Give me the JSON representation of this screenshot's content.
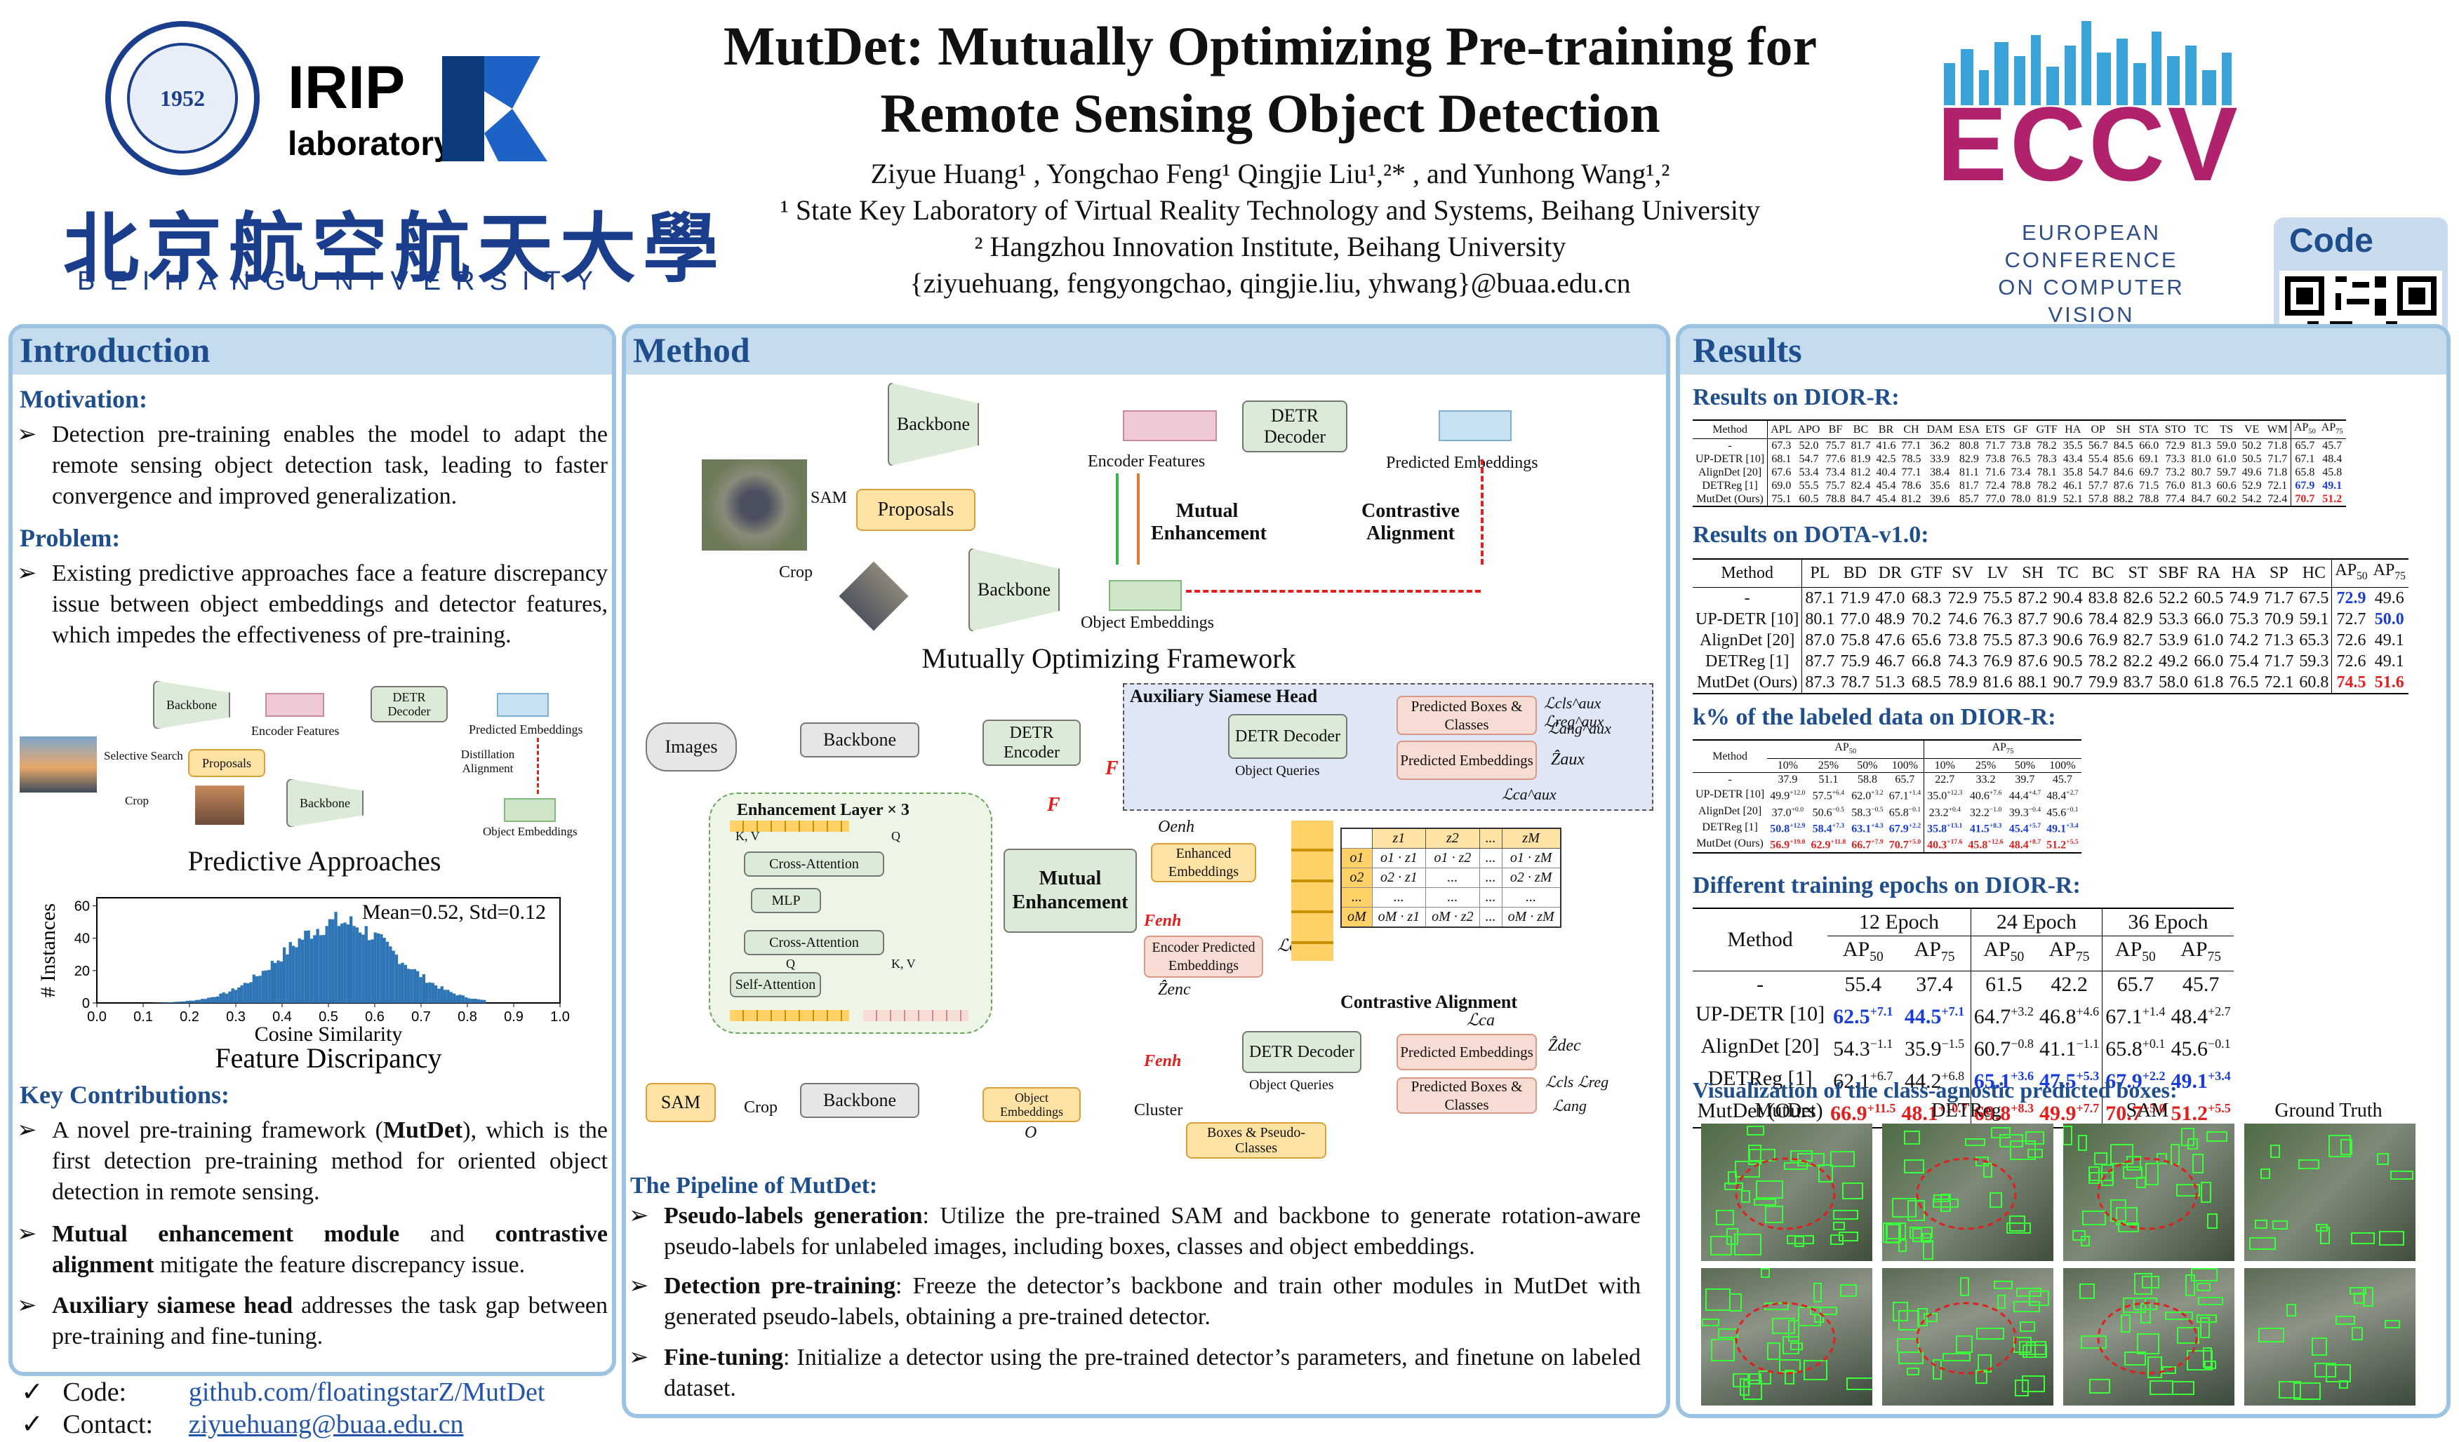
{
  "header": {
    "title_line1": "MutDet: Mutually Optimizing Pre-training for",
    "title_line2": "Remote Sensing Object Detection",
    "authors": "Ziyue Huang¹ , Yongchao Feng¹ Qingjie Liu¹,²* , and Yunhong Wang¹,²",
    "affil1": "¹ State Key Laboratory of Virtual Reality Technology and Systems, Beihang University",
    "affil2": "² Hangzhou Innovation Institute, Beihang University",
    "emails": "{ziyuehuang, fengyongchao, qingjie.liu, yhwang}@buaa.edu.cn"
  },
  "logos": {
    "irip_top": "IRIP",
    "irip_bottom": "laboratory",
    "beihang_cn": "北京航空航天大學",
    "beihang_en": "BEIHANGUNIVERSITY",
    "eccv_word": "ECCV",
    "eccv_sub": [
      "EUROPEAN",
      "CONFERENCE",
      "ON COMPUTER",
      "VISION"
    ],
    "code_label": "Code"
  },
  "intro": {
    "title": "Introduction",
    "motivation_h": "Motivation:",
    "motivation": "Detection pre-training enables the model to adapt the remote sensing object detection task, leading to faster convergence and improved generalization.",
    "problem_h": "Problem:",
    "problem": "Existing predictive approaches face a feature discrepancy issue between object embeddings and detector features, which impedes the effectiveness of pre-training.",
    "fig1": {
      "backbone": "Backbone",
      "encoder_features": "Encoder Features",
      "detr_decoder": "DETR Decoder",
      "predicted_embeddings": "Predicted Embeddings",
      "selective_search": "Selective Search",
      "proposals": "Proposals",
      "crop": "Crop",
      "distillation": "Distillation Alignment",
      "object_embeddings": "Object Embeddings",
      "caption": "Predictive Approaches"
    },
    "hist": {
      "annotation": "Mean=0.52, Std=0.12",
      "ylabel": "# Instances",
      "xlabel": "Cosine Similarity",
      "caption": "Feature Discripancy",
      "yticks": [
        "0",
        "20",
        "40",
        "60"
      ],
      "xticks": [
        "0.0",
        "0.1",
        "0.2",
        "0.3",
        "0.4",
        "0.5",
        "0.6",
        "0.7",
        "0.8",
        "0.9",
        "1.0"
      ]
    },
    "contrib_h": "Key Contributions:",
    "contrib1_a": "A novel pre-training framework (",
    "contrib1_b": "MutDet",
    "contrib1_c": "), which is the first detection pre-training method for oriented object detection in remote sensing.",
    "contrib2_a": "Mutual enhancement module",
    "contrib2_b": " and ",
    "contrib2_c": "contrastive alignment",
    "contrib2_d": " mitigate the feature discrepancy issue.",
    "contrib3_a": "Auxiliary siamese head",
    "contrib3_b": " addresses the task gap between pre-training and fine-tuning.",
    "code_label": "Code:",
    "code_link": "github.com/floatingstarZ/MutDet",
    "contact_label": "Contact:",
    "contact_link": "ziyuehuang@buaa.edu.cn"
  },
  "method": {
    "title": "Method",
    "top": {
      "backbone": "Backbone",
      "encoder_features": "Encoder Features",
      "detr_decoder": "DETR Decoder",
      "predicted_embeddings": "Predicted Embeddings",
      "sam": "SAM",
      "proposals": "Proposals",
      "mutual": "Mutual Enhancement",
      "contrastive": "Contrastive Alignment",
      "crop": "Crop",
      "object_embeddings": "Object Embeddings",
      "caption": "Mutually Optimizing Framework"
    },
    "bottom": {
      "images": "Images",
      "backbone": "Backbone",
      "detr_encoder": "DETR Encoder",
      "aux_head": "Auxiliary Siamese Head",
      "detr_decoder": "DETR Decoder",
      "object_queries": "Object Queries",
      "pred_boxes": "Predicted Boxes & Classes",
      "pred_emb": "Predicted Embeddings",
      "enh_layer": "Enhancement Layer × 3",
      "cross_attn": "Cross-Attention",
      "mlp": "MLP",
      "self_attn": "Self-Attention",
      "kv": "K, V",
      "q": "Q",
      "mutual": "Mutual Enhancement",
      "enhanced_emb": "Enhanced Embeddings",
      "enc_pred_emb": "Encoder Predicted Embeddings",
      "contrastive": "Contrastive Alignment",
      "sam": "SAM",
      "crop": "Crop",
      "object_embeddings": "Object Embeddings",
      "cluster": "Cluster",
      "boxes_pseudo": "Boxes & Pseudo-Classes",
      "F": "F",
      "F_enh": "Fenh",
      "O_enh": "Oenh",
      "Z_enc": "Ẑenc",
      "Z_aux": "Ẑaux",
      "Z_dec": "Ẑdec",
      "O": "O",
      "L_ca": "ℒca",
      "L_ca_aux": "ℒca^aux",
      "L_aux": "ℒcls^aux ℒreg^aux",
      "L_ang_aux": "ℒang^aux",
      "L_cls_reg": "ℒcls ℒreg",
      "L_ang": "ℒang",
      "matrix_header": [
        "z1",
        "z2",
        "...",
        "zM"
      ],
      "matrix_rows": [
        [
          "o1",
          "o1 · z1",
          "o1 · z2",
          "...",
          "o1 · zM"
        ],
        [
          "o2",
          "o2 · z1",
          "...",
          "...",
          "o2 · zM"
        ],
        [
          "...",
          "...",
          "...",
          "...",
          "..."
        ],
        [
          "oM",
          "oM · z1",
          "oM · z2",
          "...",
          "oM · zM"
        ]
      ]
    },
    "pipeline_h": "The Pipeline of MutDet:",
    "p1_a": "Pseudo-labels generation",
    "p1_b": ": Utilize the pre-trained SAM and backbone to generate rotation-aware pseudo-labels for unlabeled images, including boxes, classes and object embeddings.",
    "p2_a": "Detection pre-training",
    "p2_b": ": Freeze the detector’s backbone and train other modules in MutDet with generated pseudo-labels, obtaining a pre-trained detector.",
    "p3_a": "Fine-tuning",
    "p3_b": ": Initialize a detector using the pre-trained detector’s parameters, and finetune on labeled dataset."
  },
  "results": {
    "title": "Results",
    "dior_h": "Results on DIOR-R:",
    "dior_header": [
      "Method",
      "APL",
      "APO",
      "BF",
      "BC",
      "BR",
      "CH",
      "DAM",
      "ESA",
      "ETS",
      "GF",
      "GTF",
      "HA",
      "OP",
      "SH",
      "STA",
      "STO",
      "TC",
      "TS",
      "VE",
      "WM",
      "AP50",
      "AP75"
    ],
    "dior_rows": [
      [
        "-",
        "67.3",
        "52.0",
        "75.7",
        "81.7",
        "41.6",
        "77.1",
        "36.2",
        "80.8",
        "71.7",
        "73.8",
        "78.2",
        "35.5",
        "56.7",
        "84.5",
        "66.0",
        "72.9",
        "81.3",
        "59.0",
        "50.2",
        "71.8",
        "65.7",
        "45.7"
      ],
      [
        "UP-DETR [10]",
        "68.1",
        "54.7",
        "77.6",
        "81.9",
        "42.5",
        "78.5",
        "33.9",
        "82.9",
        "73.8",
        "76.5",
        "78.3",
        "43.4",
        "55.4",
        "85.6",
        "69.1",
        "73.3",
        "81.0",
        "61.0",
        "50.5",
        "71.7",
        "67.1",
        "48.4"
      ],
      [
        "AlignDet [20]",
        "67.6",
        "53.4",
        "73.4",
        "81.2",
        "40.4",
        "77.1",
        "38.4",
        "81.1",
        "71.6",
        "73.4",
        "78.1",
        "35.8",
        "54.7",
        "84.6",
        "69.7",
        "73.2",
        "80.7",
        "59.7",
        "49.6",
        "71.8",
        "65.8",
        "45.8"
      ],
      [
        "DETReg [1]",
        "69.0",
        "55.5",
        "75.7",
        "82.4",
        "45.4",
        "78.6",
        "35.6",
        "81.7",
        "72.4",
        "78.8",
        "78.2",
        "46.1",
        "57.7",
        "87.6",
        "71.5",
        "76.0",
        "81.3",
        "60.6",
        "52.9",
        "72.1",
        "67.9",
        "49.1"
      ],
      [
        "MutDet (Ours)",
        "75.1",
        "60.5",
        "78.8",
        "84.7",
        "45.4",
        "81.2",
        "39.6",
        "85.7",
        "77.0",
        "78.0",
        "81.9",
        "52.1",
        "57.8",
        "88.2",
        "78.8",
        "77.4",
        "84.7",
        "60.2",
        "54.2",
        "72.4",
        "70.7",
        "51.2"
      ]
    ],
    "dota_h": "Results on DOTA-v1.0:",
    "dota_header": [
      "Method",
      "PL",
      "BD",
      "DR",
      "GTF",
      "SV",
      "LV",
      "SH",
      "TC",
      "BC",
      "ST",
      "SBF",
      "RA",
      "HA",
      "SP",
      "HC",
      "AP50",
      "AP75"
    ],
    "dota_rows": [
      [
        "-",
        "87.1",
        "71.9",
        "47.0",
        "68.3",
        "72.9",
        "75.5",
        "87.2",
        "90.4",
        "83.8",
        "82.6",
        "52.2",
        "60.5",
        "74.9",
        "71.7",
        "67.5",
        "72.9",
        "49.6"
      ],
      [
        "UP-DETR [10]",
        "80.1",
        "77.0",
        "48.9",
        "70.2",
        "74.6",
        "76.3",
        "87.7",
        "90.6",
        "78.4",
        "82.9",
        "53.3",
        "66.0",
        "75.3",
        "70.9",
        "59.1",
        "72.7",
        "50.0"
      ],
      [
        "AlignDet [20]",
        "87.0",
        "75.8",
        "47.6",
        "65.6",
        "73.8",
        "75.5",
        "87.3",
        "90.6",
        "76.9",
        "82.7",
        "53.9",
        "61.0",
        "74.2",
        "71.3",
        "65.3",
        "72.6",
        "49.1"
      ],
      [
        "DETReg [1]",
        "87.7",
        "75.9",
        "46.7",
        "66.8",
        "74.3",
        "76.9",
        "87.6",
        "90.5",
        "78.2",
        "82.2",
        "49.2",
        "66.0",
        "75.4",
        "71.7",
        "59.3",
        "72.6",
        "49.1"
      ],
      [
        "MutDet (Ours)",
        "87.3",
        "78.7",
        "51.3",
        "68.5",
        "78.9",
        "81.6",
        "88.1",
        "90.7",
        "79.9",
        "83.7",
        "58.0",
        "61.8",
        "76.5",
        "72.1",
        "60.8",
        "74.5",
        "51.6"
      ]
    ],
    "kpct_h": "k% of the labeled data on DIOR-R:",
    "kpct_groups": [
      "AP50",
      "AP75"
    ],
    "kpct_header": [
      "Method",
      "10%",
      "25%",
      "50%",
      "100%",
      "10%",
      "25%",
      "50%",
      "100%"
    ],
    "kpct_rows": [
      [
        "-",
        "37.9",
        "51.1",
        "58.8",
        "65.7",
        "22.7",
        "33.2",
        "39.7",
        "45.7"
      ],
      [
        "UP-DETR [10]",
        "49.9+12.0",
        "57.5+6.4",
        "62.0+3.2",
        "67.1+1.4",
        "35.0+12.3",
        "40.6+7.6",
        "44.4+4.7",
        "48.4+2.7"
      ],
      [
        "AlignDet [20]",
        "37.0+0.0",
        "50.6−0.5",
        "58.3−0.5",
        "65.8−0.1",
        "23.2+0.4",
        "32.2−1.0",
        "39.3−0.4",
        "45.6−0.1"
      ],
      [
        "DETReg [1]",
        "50.8+12.9",
        "58.4+7.3",
        "63.1+4.3",
        "67.9+2.2",
        "35.8+13.1",
        "41.5+8.3",
        "45.4+5.7",
        "49.1+3.4"
      ],
      [
        "MutDet (Ours)",
        "56.9+19.0",
        "62.9+11.8",
        "66.7+7.9",
        "70.7+5.0",
        "40.3+17.6",
        "45.8+12.6",
        "48.4+8.7",
        "51.2+5.5"
      ]
    ],
    "epochs_h": "Different training epochs on DIOR-R:",
    "epochs_groups": [
      "12 Epoch",
      "24 Epoch",
      "36 Epoch"
    ],
    "epochs_header": [
      "Method",
      "AP50",
      "AP75",
      "AP50",
      "AP75",
      "AP50",
      "AP75"
    ],
    "epochs_rows": [
      [
        "-",
        "55.4",
        "37.4",
        "61.5",
        "42.2",
        "65.7",
        "45.7"
      ],
      [
        "UP-DETR [10]",
        "62.5+7.1",
        "44.5+7.1",
        "64.7+3.2",
        "46.8+4.6",
        "67.1+1.4",
        "48.4+2.7"
      ],
      [
        "AlignDet [20]",
        "54.3−1.1",
        "35.9−1.5",
        "60.7−0.8",
        "41.1−1.1",
        "65.8+0.1",
        "45.6−0.1"
      ],
      [
        "DETReg [1]",
        "62.1+6.7",
        "44.2+6.8",
        "65.1+3.6",
        "47.5+5.3",
        "67.9+2.2",
        "49.1+3.4"
      ],
      [
        "MutDet (Ours)",
        "66.9+11.5",
        "48.1+10.7",
        "69.8+8.3",
        "49.9+7.7",
        "70.7+5.0",
        "51.2+5.5"
      ]
    ],
    "vis_h": "Visualization of the class-agnostic predicted boxes:",
    "vis_labels": [
      "MutDet",
      "DETReg",
      "SAM",
      "Ground Truth"
    ]
  }
}
